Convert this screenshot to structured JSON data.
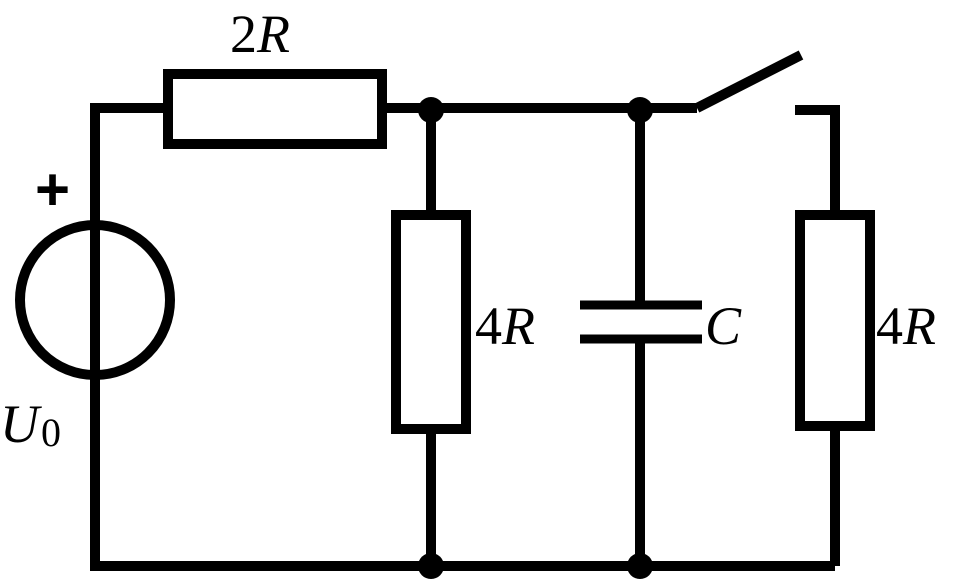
{
  "labels": {
    "source_plus": "+",
    "source_name": "U",
    "source_subscript": "0",
    "top_resistor_coef": "2",
    "top_resistor_sym": "R",
    "middle_resistor_coef": "4",
    "middle_resistor_sym": "R",
    "capacitor_sym": "C",
    "right_resistor_coef": "4",
    "right_resistor_sym": "R"
  },
  "colors": {
    "line": "#000000",
    "background": "#ffffff"
  }
}
